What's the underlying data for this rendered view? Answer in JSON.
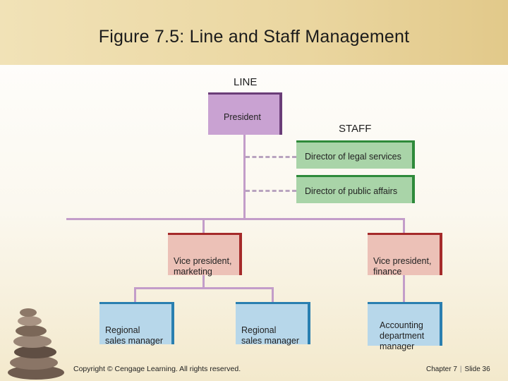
{
  "title": "Figure 7.5: Line and Staff Management",
  "labels": {
    "line": "LINE",
    "staff": "STAFF"
  },
  "nodes": {
    "president": "President",
    "legal": "Director of legal services",
    "public_affairs": "Director of public affairs",
    "vp_marketing": "Vice president,\nmarketing",
    "vp_finance": "Vice president,\nfinance",
    "regional_1": "Regional\nsales manager",
    "regional_2": "Regional\nsales manager",
    "accounting": "Accounting\ndepartment\nmanager"
  },
  "footer": {
    "copyright": "Copyright © Cengage Learning. All rights reserved.",
    "chapter": "Chapter 7",
    "slide": "Slide 36"
  }
}
